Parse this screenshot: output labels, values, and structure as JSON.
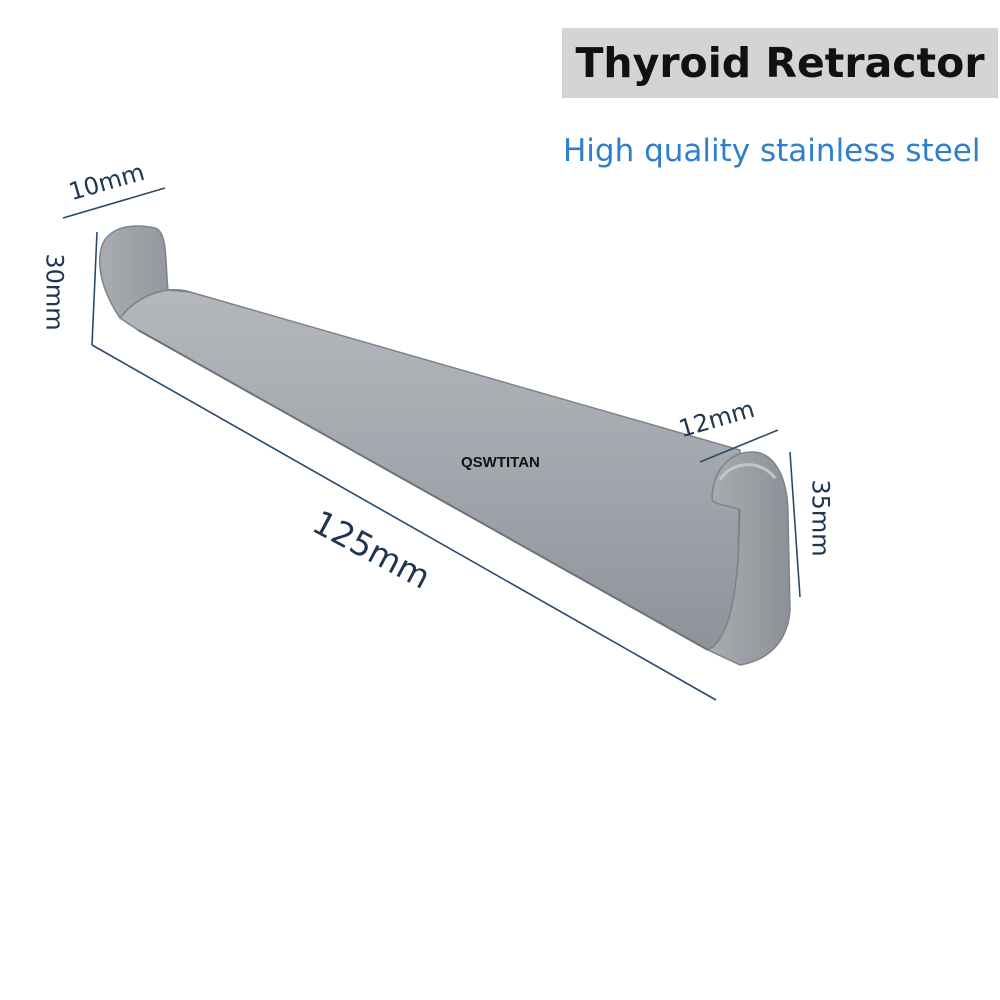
{
  "title": "Thyroid Retractor",
  "subtitle": "High quality stainless steel",
  "watermark": "QSWTITAN",
  "dimensions": {
    "left_tip_width": "10mm",
    "left_tip_height": "30mm",
    "length": "125mm",
    "right_tip_width": "12mm",
    "right_tip_height": "35mm"
  },
  "colors": {
    "subtitle": "#2f7fd0",
    "dimension_lines": "#2b4a6b",
    "steel": "#9ea3a9"
  }
}
